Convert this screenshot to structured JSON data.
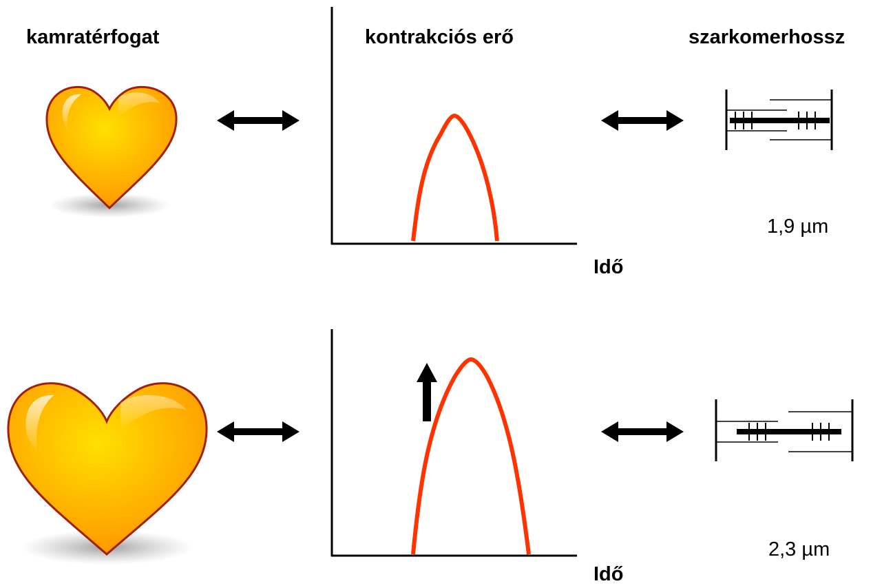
{
  "headers": {
    "volume": "kamratérfogat",
    "force": "kontrakciós erő",
    "sarcomere": "szarkomerhossz"
  },
  "rows": [
    {
      "time_label": "Idő",
      "sarcomere_length": "1,9 µm"
    },
    {
      "time_label": "Idő",
      "sarcomere_length": "2,3 µm"
    }
  ],
  "colors": {
    "heart_fill_top": "#ffc000",
    "heart_fill_bottom": "#ff8c00",
    "heart_outline": "#a02008",
    "force_curve": "#ff3300",
    "arrows": "#000000"
  },
  "icons": [
    "heart-icon",
    "double-arrow-icon",
    "up-arrow-icon",
    "sarcomere-icon"
  ]
}
